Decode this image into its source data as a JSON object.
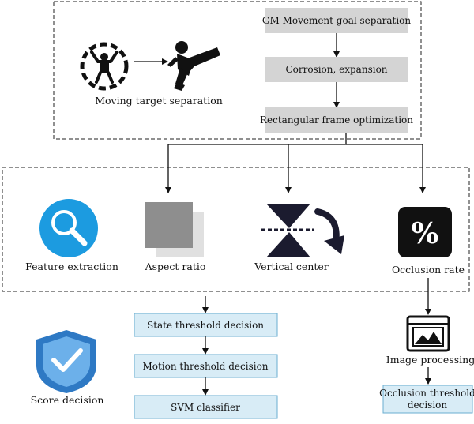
{
  "top_group": {
    "moving_target_label": "Moving target separation",
    "steps": [
      "GM Movement goal separation",
      "Corrosion, expansion",
      "Rectangular frame optimization"
    ]
  },
  "feature_group": {
    "features": [
      {
        "label": "Feature extraction",
        "icon": "magnifier-icon"
      },
      {
        "label": "Aspect ratio",
        "icon": "aspect-squares-icon"
      },
      {
        "label": "Vertical center",
        "icon": "hourglass-arrow-icon"
      },
      {
        "label": "Occlusion rate",
        "icon": "percent-icon"
      }
    ]
  },
  "threshold_chain": [
    "State threshold decision",
    "Motion threshold decision",
    "SVM classifier"
  ],
  "score": {
    "label": "Score decision",
    "icon": "shield-check-icon"
  },
  "image_processing": {
    "label": "Image processing",
    "icon": "image-frame-icon"
  },
  "occlusion_decision": {
    "line1": "Occlusion threshold",
    "line2": "decision"
  },
  "colors": {
    "gray_box": "#d4d4d4",
    "blue_box": "#d8ecf6",
    "blue_box_border": "#6aaed0",
    "magnifier": "#1c9be0",
    "shield": "#2e79c4",
    "dark": "#1b1b2f"
  }
}
